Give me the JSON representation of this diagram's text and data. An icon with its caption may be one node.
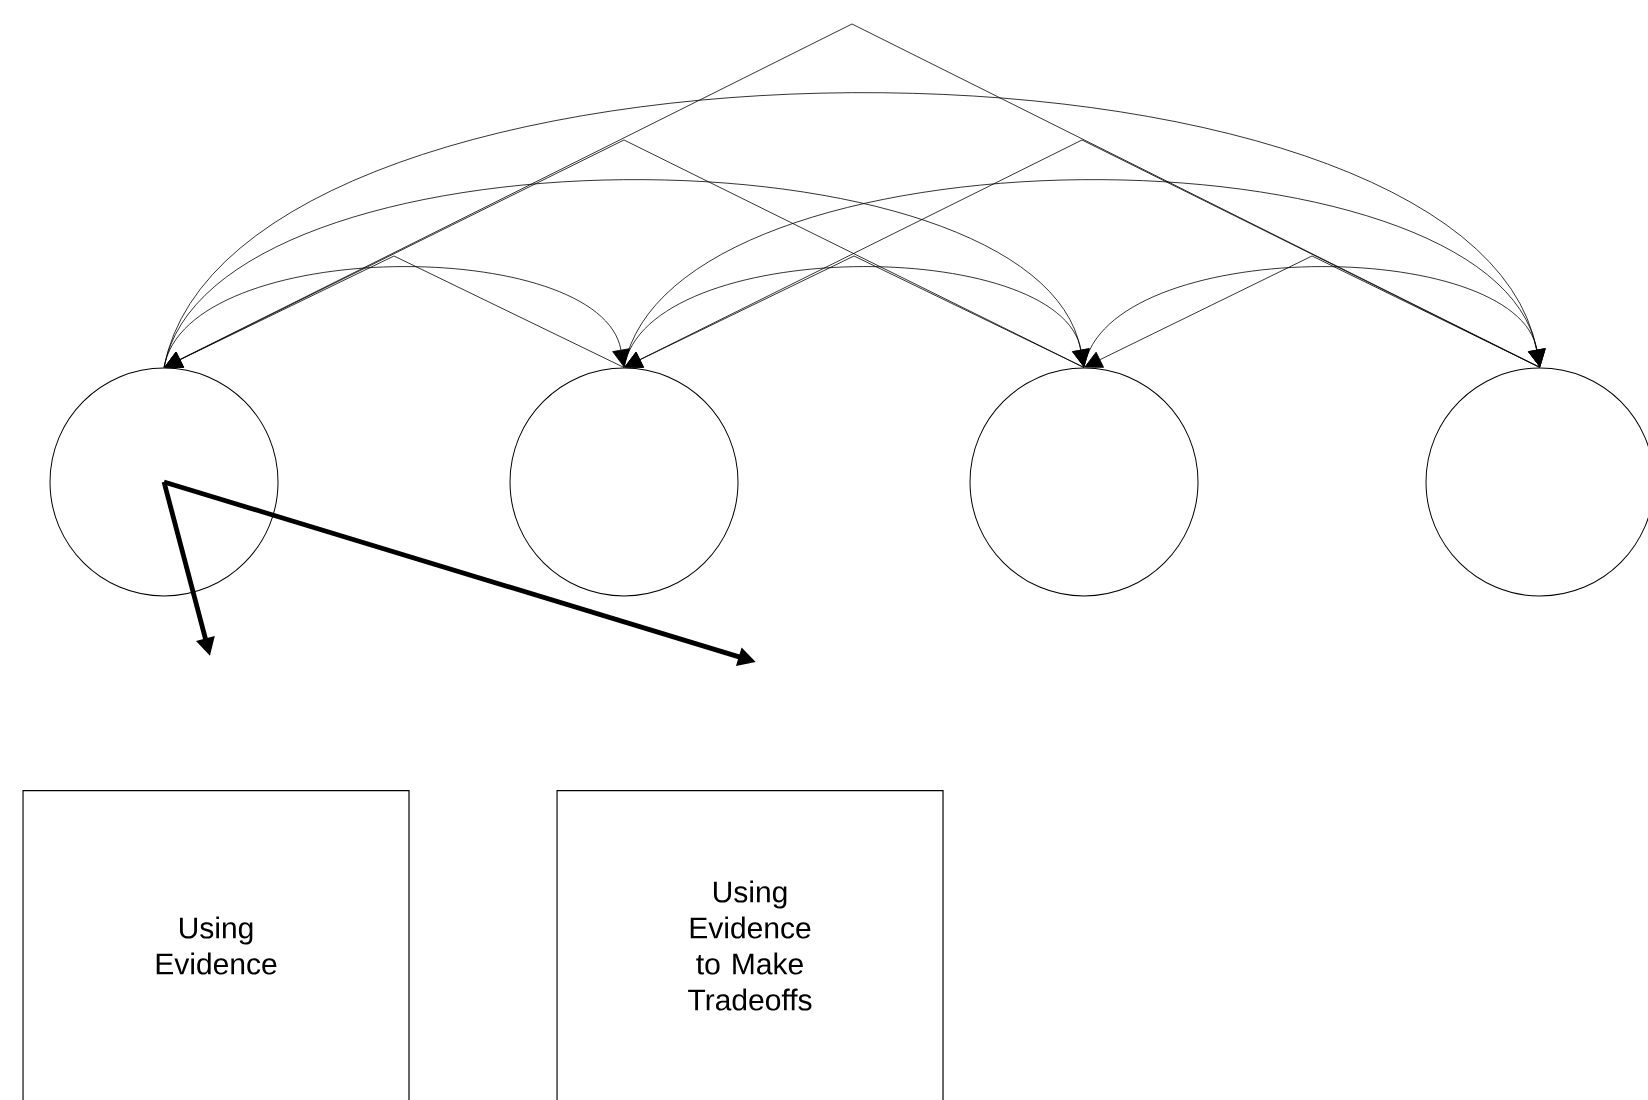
{
  "diagram": {
    "nodes": [
      {
        "text": [],
        "shape": "circle"
      },
      {
        "text": [],
        "shape": "circle"
      },
      {
        "text": [],
        "shape": "circle"
      },
      {
        "text": [],
        "shape": "circle"
      },
      {
        "text": [
          "Using Evidence"
        ]
      },
      {
        "text": [
          "Using Evidence to Make Tradeoffs"
        ]
      }
    ],
    "edges": [
      {
        "from": 1,
        "to": 0,
        "arrow": "to"
      },
      {
        "from": 0,
        "to": 1,
        "arrow": "to"
      },
      {
        "from": 2,
        "to": 1,
        "arrow": "to"
      },
      {
        "from": 1,
        "to": 2,
        "arrow": "to"
      },
      {
        "from": 3,
        "to": 2,
        "arrow": "to"
      },
      {
        "from": 2,
        "to": 3,
        "arrow": "to"
      },
      {
        "from": 2,
        "to": 0,
        "arrow": "to"
      },
      {
        "from": 0,
        "to": 2,
        "arrow": "to"
      },
      {
        "from": 3,
        "to": 1,
        "arrow": "to"
      },
      {
        "from": 1,
        "to": 3,
        "arrow": "to"
      },
      {
        "from": 3,
        "to": 0,
        "arrow": "to"
      },
      {
        "from": 0,
        "to": 3,
        "arrow": "to"
      },
      {
        "from": 0,
        "to": null,
        "arrow": "to",
        "style": "thick"
      },
      {
        "from": 0,
        "to": null,
        "arrow": "to",
        "style": "thick"
      }
    ]
  }
}
